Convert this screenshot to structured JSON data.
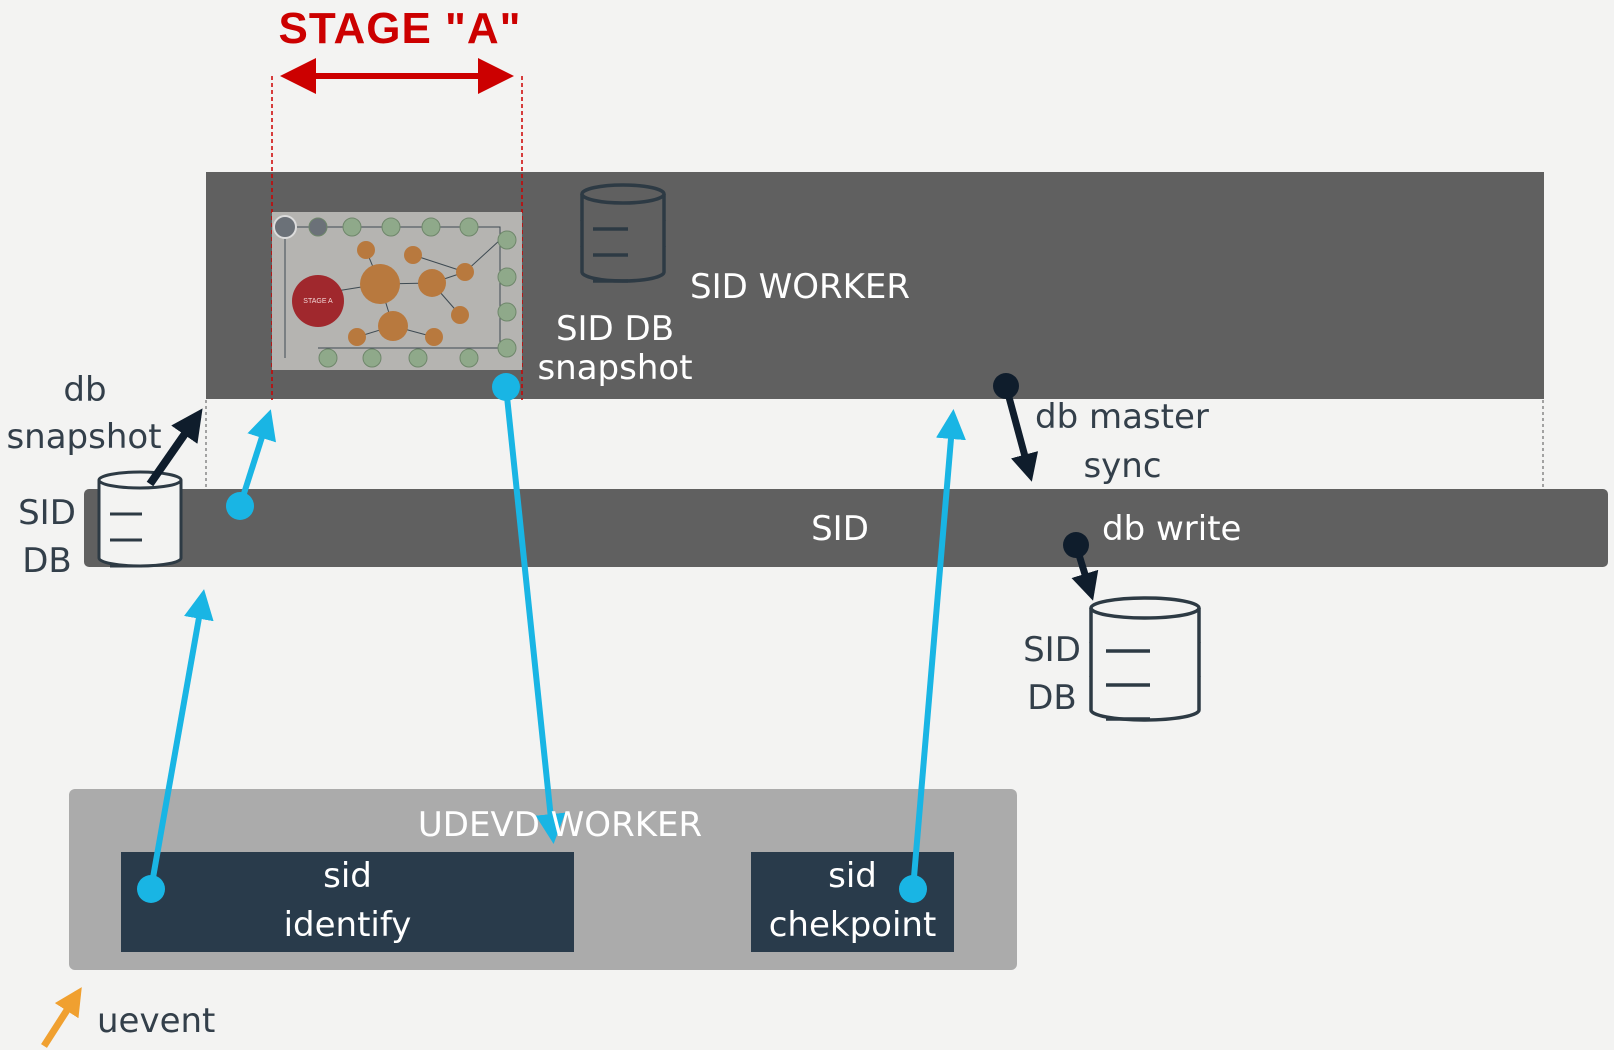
{
  "stage_label": "STAGE \"A\"",
  "sid_worker": {
    "title": "SID WORKER",
    "db_snapshot_label_1": "SID DB",
    "db_snapshot_label_2": "snapshot"
  },
  "sid": {
    "title": "SID",
    "db_write": "db write"
  },
  "db_master_sync": {
    "line1": "db master",
    "line2": "sync"
  },
  "db_snapshot": {
    "line1": "db",
    "line2": "snapshot"
  },
  "left_db": {
    "line1": "SID",
    "line2": "DB"
  },
  "right_db": {
    "line1": "SID",
    "line2": "DB"
  },
  "udevd_worker": {
    "title": "UDEVD WORKER",
    "identify": {
      "line1": "sid",
      "line2": "identify"
    },
    "checkpoint": {
      "line1": "sid",
      "line2": "chekpoint"
    }
  },
  "uevent": "uevent",
  "thumbnail": {
    "main_node": "STAGE A"
  },
  "colors": {
    "stage_red": "#cc0000",
    "arrow_blue": "#19b5e4",
    "arrow_dark": "#0f1d2c",
    "arrow_orange": "#f0a030",
    "box_dark_grey": "#606060",
    "box_light_grey": "#ababab",
    "box_navy": "#293b4b"
  }
}
